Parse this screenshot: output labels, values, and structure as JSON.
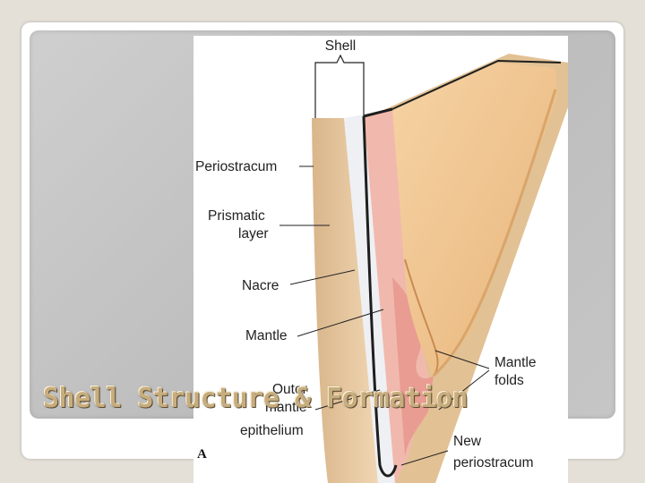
{
  "title": "Shell Structure & Formation",
  "figure": {
    "letter": "A",
    "labels": {
      "shell": "Shell",
      "periostracum": "Periostracum",
      "prismatic_1": "Prismatic",
      "prismatic_2": "layer",
      "nacre": "Nacre",
      "mantle": "Mantle",
      "mantle_folds_1": "Mantle",
      "mantle_folds_2": "folds",
      "outer_epi_1": "Outer",
      "outer_epi_2": "mantle",
      "outer_epi_3": "epithelium",
      "new_peri_1": "New",
      "new_peri_2": "periostracum"
    }
  },
  "colors": {
    "title": "#c7ad7e",
    "shell_interior": "#f2c993",
    "prismatic": "#e7c79f",
    "nacre_layer": "#f8e9e2",
    "mantle": "#f1b9ad",
    "periostracum": "#222222"
  }
}
